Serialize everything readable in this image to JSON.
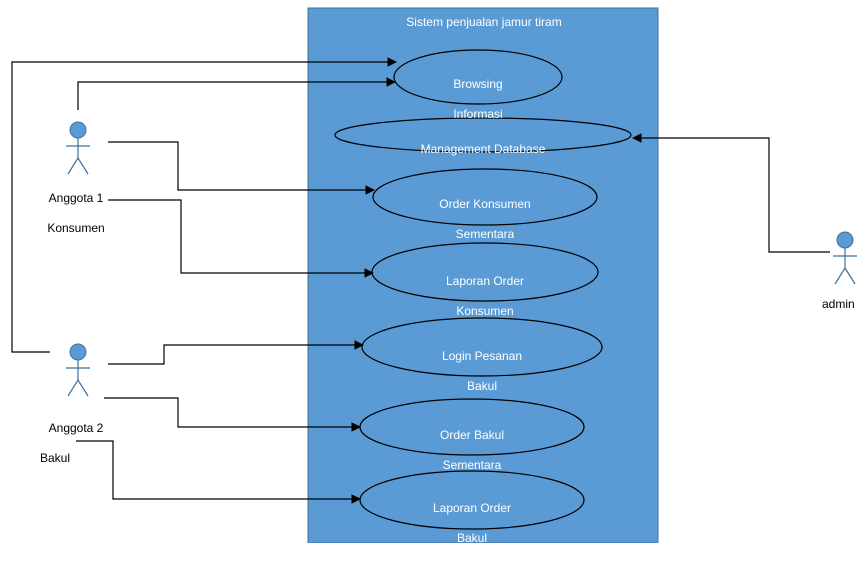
{
  "system": {
    "title": "Sistem penjualan jamur tiram",
    "fill_color": "#5b9bd5",
    "border_color": "#41719c"
  },
  "actors": {
    "konsumen": {
      "line1": "Anggota 1",
      "line2": "Konsumen"
    },
    "bakul": {
      "line1": "Anggota 2",
      "line2": "Bakul"
    },
    "admin": {
      "label": "admin"
    }
  },
  "use_cases": {
    "browsing": {
      "line1": "Browsing",
      "line2": "Informasi"
    },
    "management": {
      "line1": "Management Database"
    },
    "order_konsumen": {
      "line1": "Order Konsumen",
      "line2": "Sementara"
    },
    "laporan_konsumen": {
      "line1": "Laporan Order",
      "line2": "Konsumen"
    },
    "login_bakul": {
      "line1": "Login Pesanan",
      "line2": "Bakul"
    },
    "order_bakul": {
      "line1": "Order Bakul",
      "line2": "Sementara"
    },
    "laporan_bakul": {
      "line1": "Laporan Order",
      "line2": "Bakul"
    }
  },
  "colors": {
    "actor_fill": "#5b9bd5",
    "actor_stroke": "#41719c",
    "line": "#000000"
  }
}
